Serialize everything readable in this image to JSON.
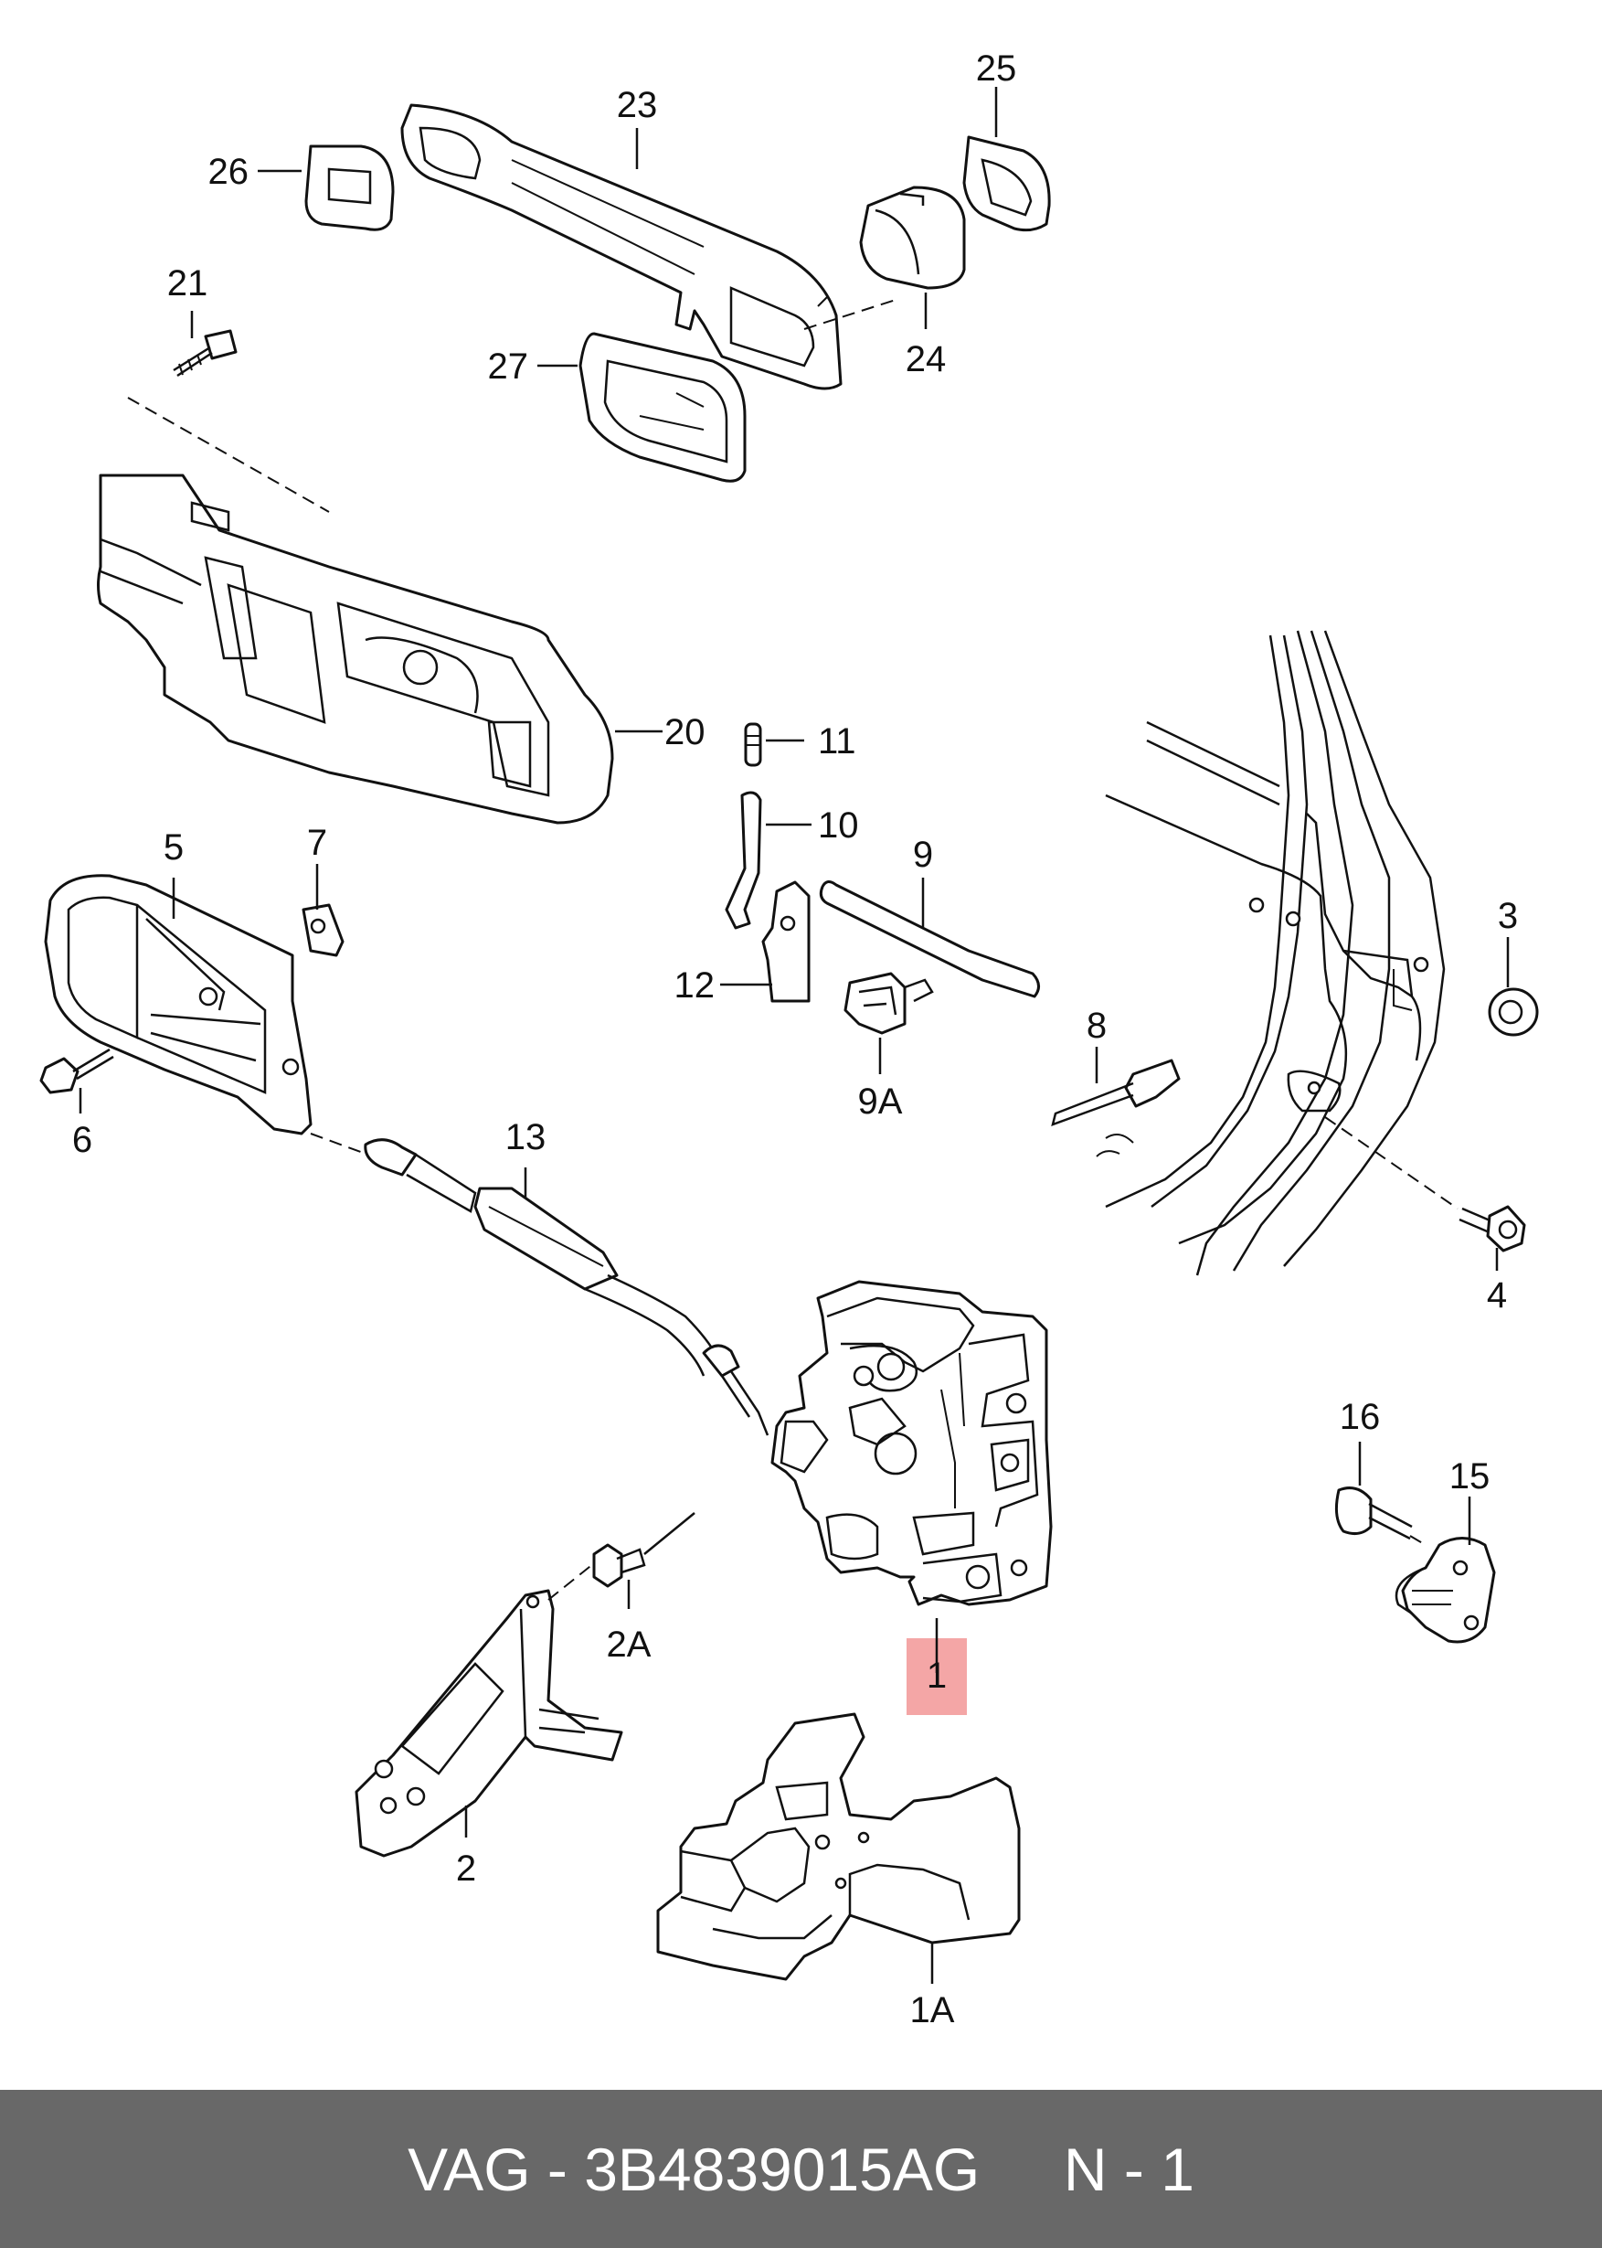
{
  "callouts": {
    "c1": "1",
    "c1A": "1A",
    "c2": "2",
    "c2A": "2A",
    "c3": "3",
    "c4": "4",
    "c5": "5",
    "c6": "6",
    "c7": "7",
    "c8": "8",
    "c9": "9",
    "c9A": "9A",
    "c10": "10",
    "c11": "11",
    "c12": "12",
    "c13": "13",
    "c15": "15",
    "c16": "16",
    "c20": "20",
    "c21": "21",
    "c23": "23",
    "c24": "24",
    "c25": "25",
    "c26": "26",
    "c27": "27"
  },
  "highlight_color": "#f4a6a6",
  "footer": {
    "text": "VAG - 3B4839015AG     N - 1",
    "background": "#686868"
  }
}
